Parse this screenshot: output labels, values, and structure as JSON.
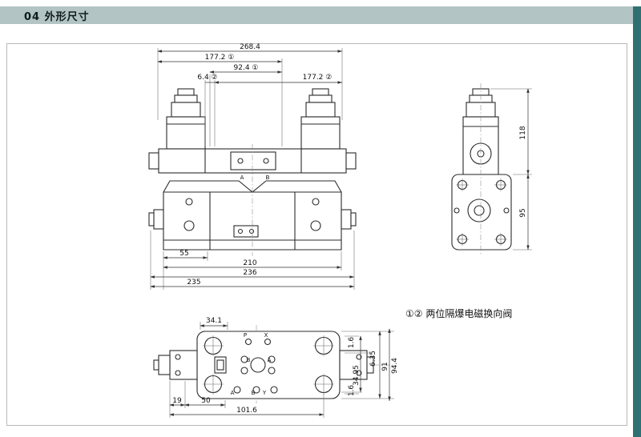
{
  "page": {
    "header_title": "04 外形尺寸",
    "note": "①② 两位隔爆电磁换向阀"
  },
  "colors": {
    "header_bar": "#b2c4c4",
    "edge_strip": "#2f7173"
  },
  "front_view": {
    "ports": {
      "a": "A",
      "b": "B"
    },
    "dims": {
      "overall_width": "268.4",
      "coil_span_1": "177.2 ①",
      "coil_center_1": "92.4 ①",
      "offset_2": "6.4 ②",
      "coil_span_2": "177.2 ②",
      "base_55": "55",
      "base_210": "210",
      "base_236": "236",
      "base_235": "235"
    }
  },
  "side_view": {
    "dims": {
      "upper_height": "118",
      "body_height": "95"
    }
  },
  "top_view": {
    "ports": {
      "p": "P",
      "x": "X",
      "mid_b": "B",
      "mid_a": "A",
      "bottom_a": "A",
      "bottom_b": "B",
      "bottom_y": "Y"
    },
    "dims": {
      "width_34_1": "34.1",
      "gap_top": "1.6",
      "depth_34_95": "34.95",
      "depth_6_35": "6.35",
      "height_91": "91",
      "height_94_4": "94.4",
      "gap_bottom": "1.6",
      "spacing_19": "19",
      "spacing_50": "50",
      "spacing_101_6": "101.6"
    }
  }
}
